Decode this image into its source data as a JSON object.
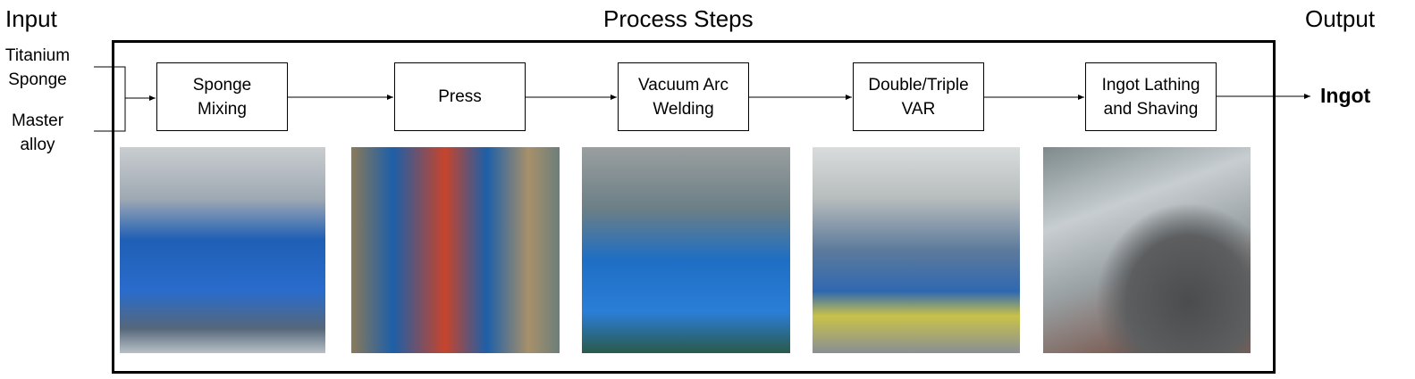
{
  "headers": {
    "input": "Input",
    "process": "Process Steps",
    "output": "Output"
  },
  "inputs": [
    "Titanium\nSponge",
    "Master\nalloy"
  ],
  "steps": [
    {
      "label": "Sponge\nMixing"
    },
    {
      "label": "Press"
    },
    {
      "label": "Vacuum Arc\nWelding"
    },
    {
      "label": "Double/Triple\nVAR"
    },
    {
      "label": "Ingot Lathing\nand Shaving"
    }
  ],
  "output": "Ingot"
}
